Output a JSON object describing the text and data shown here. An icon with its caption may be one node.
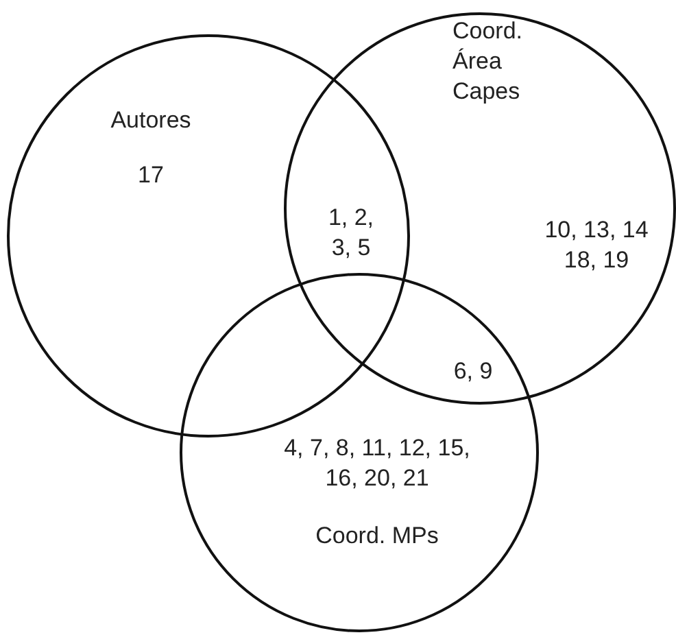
{
  "diagram": {
    "nodes": [
      {
        "text": [
          "Autores",
          "17"
        ]
      },
      {
        "text": [
          "Coord. Área Capes",
          "10, 13, 14 18, 19"
        ]
      },
      {
        "text": [
          "4, 7, 8, 11, 12, 15, 16, 20, 21",
          "Coord. MPs"
        ]
      }
    ],
    "labels": [
      "1, 2, 3, 5",
      "6, 9"
    ]
  }
}
